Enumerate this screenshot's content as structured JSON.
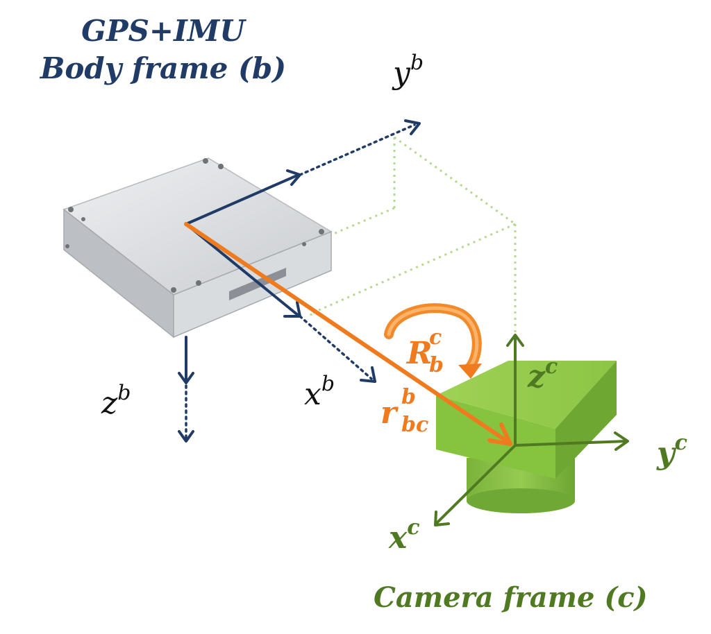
{
  "title_body": {
    "line1": "GPS+IMU",
    "line2": "Body frame (b)"
  },
  "title_camera": "Camera frame (c)",
  "body_axes": {
    "x": {
      "base": "x",
      "sup": "b"
    },
    "y": {
      "base": "y",
      "sup": "b"
    },
    "z": {
      "base": "z",
      "sup": "b"
    }
  },
  "camera_axes": {
    "x": {
      "base": "x",
      "sup": "c"
    },
    "y": {
      "base": "y",
      "sup": "c"
    },
    "z": {
      "base": "z",
      "sup": "c"
    }
  },
  "rotation_label": {
    "base": "R",
    "sup": "c",
    "sub": "b"
  },
  "lever_arm_label": {
    "base": "r",
    "sup": "b",
    "sub": "bc"
  },
  "colors": {
    "body_frame": "#1f3b66",
    "camera_frame": "#4f7a22",
    "transform": "#f07a1e",
    "camera_box": "#86c440",
    "guide_lines": "#b5d890",
    "imu_device": "#d4d6d9"
  }
}
